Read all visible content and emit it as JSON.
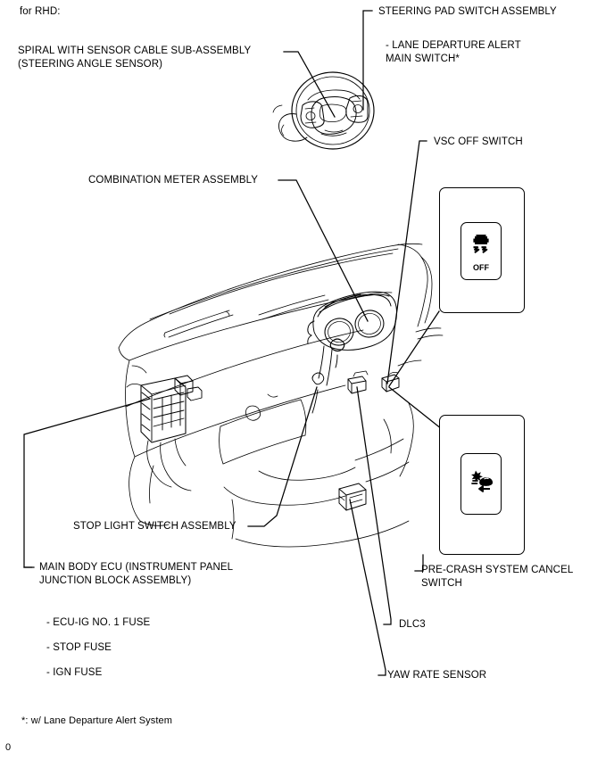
{
  "page": {
    "heading": "for RHD:",
    "footnote": "*: w/ Lane Departure Alert System",
    "page_marker": "0"
  },
  "labels": {
    "spiral_cable_line1": "SPIRAL WITH SENSOR CABLE SUB-ASSEMBLY",
    "spiral_cable_line2": "(STEERING ANGLE SENSOR)",
    "steering_pad": "STEERING PAD SWITCH ASSEMBLY",
    "lane_departure_line1": "- LANE DEPARTURE ALERT",
    "lane_departure_line2": "MAIN SWITCH*",
    "combination_meter": "COMBINATION METER ASSEMBLY",
    "vsc_off_switch": "VSC OFF SWITCH",
    "stop_light_switch": "STOP LIGHT SWITCH ASSEMBLY",
    "main_body_ecu_line1": "MAIN BODY ECU (INSTRUMENT PANEL",
    "main_body_ecu_line2": "JUNCTION BLOCK ASSEMBLY)",
    "fuse_1": "- ECU-IG NO. 1 FUSE",
    "fuse_2": "- STOP FUSE",
    "fuse_3": "- IGN FUSE",
    "pre_crash_line1": "PRE-CRASH SYSTEM CANCEL",
    "pre_crash_line2": "SWITCH",
    "dlc3": "DLC3",
    "yaw_rate_sensor": "YAW RATE SENSOR"
  },
  "switches": {
    "vsc_off": {
      "icon_name": "vsc-off-icon",
      "icon_text": "OFF"
    },
    "pre_crash": {
      "icon_name": "pre-crash-cancel-icon"
    }
  },
  "colors": {
    "line": "#000000",
    "artwork_line": "#2b2b2b",
    "background": "#ffffff"
  }
}
